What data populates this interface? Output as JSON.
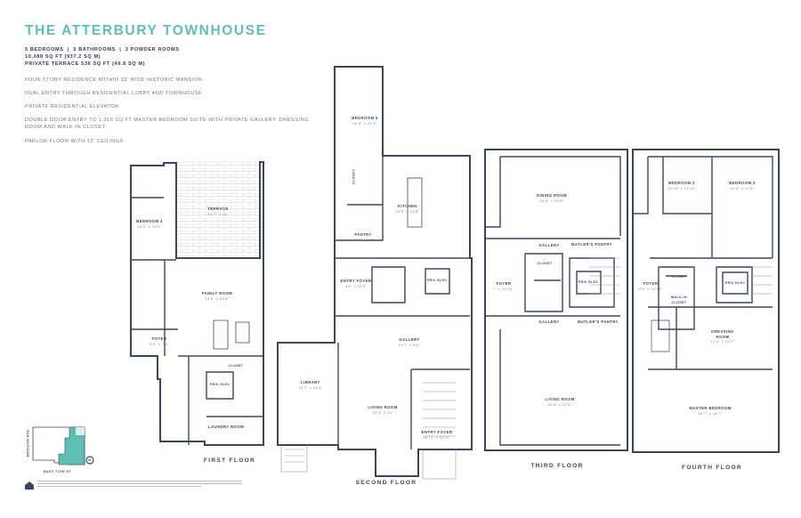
{
  "title": "THE ATTERBURY TOWNHOUSE",
  "stats": [
    "5 BEDROOMS  |  5 BATHROOMS  |  3 POWDER ROOMS",
    "10,088 SQ FT (937.2 SQ M)",
    "PRIVATE TERRACE 536 SQ FT (49.8 SQ M)"
  ],
  "features": [
    "FOUR STORY RESIDENCE WITHIN 33' WIDE HISTORIC MANSION",
    "DUAL ENTRY THROUGH RESIDENTIAL LOBBY AND TOWNHOUSE",
    "PRIVATE RESIDENTIAL ELEVATOR",
    "DOUBLE DOOR ENTRY TO 1,315 SQ FT MASTER BEDROOM SUITE WITH PRIVATE GALLERY, DRESSING ROOM AND WALK-IN CLOSET",
    "PARLOR FLOOR WITH 12' CEILINGS"
  ],
  "colors": {
    "accent": "#5dbfb6",
    "walls": "#3a4660"
  },
  "floors": [
    {
      "label": "FIRST FLOOR",
      "rooms": [
        {
          "name": "TERRACE",
          "dims": "21'7\" x 25'"
        },
        {
          "name": "BEDROOM 4",
          "dims": "10'9\" x 15'9\""
        },
        {
          "name": "FAMILY ROOM",
          "dims": "15'6\" x 23'8\""
        },
        {
          "name": "FOYER",
          "dims": "9'4\" x 7'4\""
        },
        {
          "name": "LAUNDRY ROOM",
          "dims": ""
        },
        {
          "name": "PRIV ELEV",
          "dims": ""
        },
        {
          "name": "CLOSET",
          "dims": ""
        }
      ]
    },
    {
      "label": "SECOND FLOOR",
      "rooms": [
        {
          "name": "BEDROOM 5",
          "dims": "10'9\" x 15'3\""
        },
        {
          "name": "KITCHEN",
          "dims": "19'6\" x 23'8\""
        },
        {
          "name": "PANTRY",
          "dims": "10'6\" x 9'2\""
        },
        {
          "name": "ENTRY FOYER",
          "dims": "6'6\" x 10'9\""
        },
        {
          "name": "PRIV ELEV",
          "dims": ""
        },
        {
          "name": "GALLERY",
          "dims": "29'7\" x 9'9\""
        },
        {
          "name": "LIBRARY",
          "dims": "10'7\" x 16'4\""
        },
        {
          "name": "LIVING ROOM",
          "dims": "15'1\" x 19'"
        },
        {
          "name": "ENTRY FOYER",
          "dims": "19'11\" x 20'11\""
        },
        {
          "name": "CLOSET",
          "dims": ""
        }
      ]
    },
    {
      "label": "THIRD FLOOR",
      "rooms": [
        {
          "name": "DINING ROOM",
          "dims": "24'6\" x 16'6\""
        },
        {
          "name": "GALLERY",
          "dims": ""
        },
        {
          "name": "BUTLER'S PANTRY",
          "dims": ""
        },
        {
          "name": "FOYER",
          "dims": "7' x 14'10\""
        },
        {
          "name": "CLOSET",
          "dims": ""
        },
        {
          "name": "PRIV ELEV",
          "dims": ""
        },
        {
          "name": "GALLERY",
          "dims": ""
        },
        {
          "name": "BUTLER'S PANTRY",
          "dims": ""
        },
        {
          "name": "LIVING ROOM",
          "dims": "30'6\" x 22'4\""
        }
      ]
    },
    {
      "label": "FOURTH FLOOR",
      "rooms": [
        {
          "name": "BEDROOM 2",
          "dims": "16'10\" x 14'10\""
        },
        {
          "name": "BEDROOM 3",
          "dims": "15'5\" x 12'8\""
        },
        {
          "name": "FOYER",
          "dims": "5'5\" x 14'10\""
        },
        {
          "name": "CLOSET",
          "dims": ""
        },
        {
          "name": "WALK-IN CLOSET",
          "dims": ""
        },
        {
          "name": "PRIV ELEV",
          "dims": ""
        },
        {
          "name": "DRESSING ROOM",
          "dims": "12'4\" x 19'7\""
        },
        {
          "name": "MASTER BEDROOM",
          "dims": "30'7\" x 18'7\""
        }
      ]
    }
  ],
  "keymap": {
    "avenue": "MADISON AVE",
    "street": "EAST 74TH ST",
    "north": "N"
  }
}
